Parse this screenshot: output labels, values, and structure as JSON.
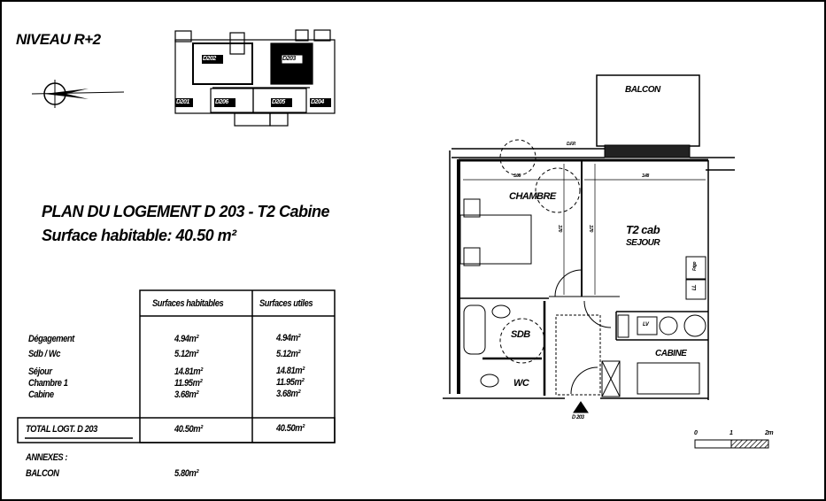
{
  "level_title": "NIVEAU R+2",
  "plan_title": "PLAN DU LOGEMENT D 203 - T2 Cabine",
  "surface_line": "Surface habitable: 40.50 m²",
  "key_plan": {
    "units": [
      "D202",
      "D203",
      "D201",
      "D206",
      "D205",
      "D204"
    ]
  },
  "table": {
    "headers": [
      "Surfaces habitables",
      "Surfaces utiles"
    ],
    "rows": [
      {
        "label": "Dégagement",
        "habitable": "4.94m²",
        "utile": "4.94m²"
      },
      {
        "label": "Sdb / Wc",
        "habitable": "5.12m²",
        "utile": "5.12m²"
      },
      {
        "label": "Séjour",
        "habitable": "14.81m²",
        "utile": "14.81m²"
      },
      {
        "label": "Chambre 1",
        "habitable": "11.95m²",
        "utile": "11.95m²"
      },
      {
        "label": "Cabine",
        "habitable": "3.68m²",
        "utile": "3.68m²"
      }
    ],
    "total": {
      "label": "TOTAL LOGT. D 203",
      "habitable": "40.50m²",
      "utile": "40.50m²"
    },
    "annexes_label": "ANNEXES :",
    "annexes": [
      {
        "label": "BALCON",
        "value": "5.80m²"
      }
    ]
  },
  "plan": {
    "balcon": "BALCON",
    "chambre": "CHAMBRE",
    "sejour_type": "T2 cab",
    "sejour": "SEJOUR",
    "sdb": "SDB",
    "wc": "WC",
    "cabine": "CABINE",
    "entry": "D 203",
    "dfp": "D.F.P.",
    "dim_chambre_w": "3.05",
    "dim_sejour_w": "3.48",
    "dim_h1": "3.70",
    "dim_h2": "3.70",
    "frigo": "Frigo",
    "lv": "LV",
    "ll": "LL"
  },
  "scale": {
    "labels": [
      "0",
      "1",
      "2m"
    ]
  }
}
